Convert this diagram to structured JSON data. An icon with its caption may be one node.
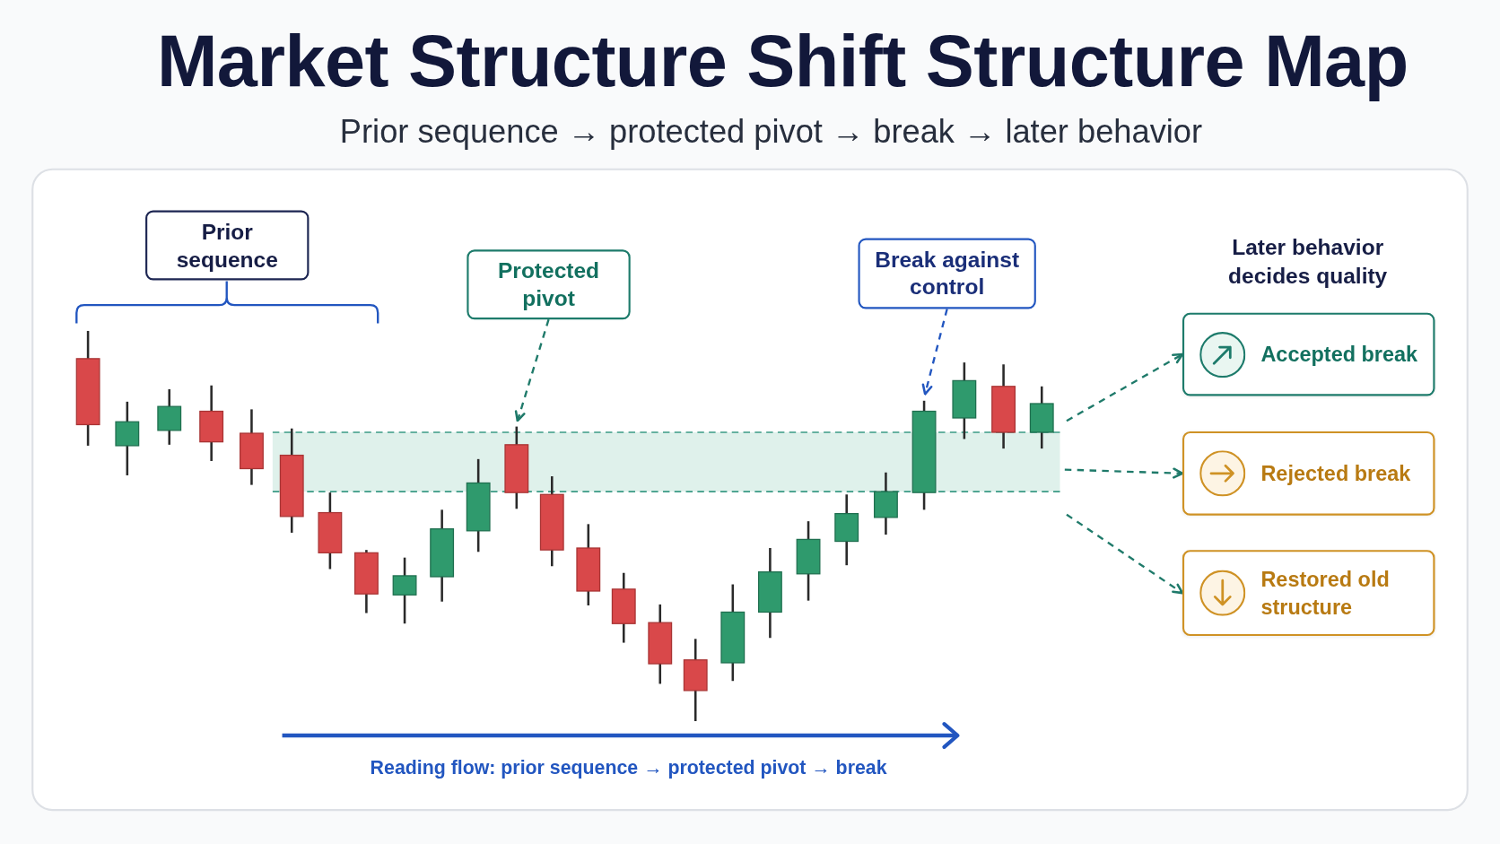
{
  "diagram": {
    "title": "Market Structure Shift Structure Map",
    "nodes": [
      {
        "text": [
          "Prior sequence"
        ]
      },
      {
        "text": [
          "Protected pivot"
        ]
      },
      {
        "text": [
          "Break against control"
        ]
      },
      {
        "text": [
          "Accepted break"
        ]
      },
      {
        "text": [
          "Rejected break"
        ]
      },
      {
        "text": [
          "Restored old structure"
        ]
      }
    ],
    "edges": [
      {
        "from": 1,
        "to": null,
        "arrow": "to",
        "style": "dashed"
      },
      {
        "from": 2,
        "to": null,
        "arrow": "to",
        "style": "dashed",
        "color": "#2256c0"
      },
      {
        "from": null,
        "to": 3,
        "arrow": "to",
        "style": "dashed"
      },
      {
        "from": null,
        "to": 4,
        "arrow": "to",
        "style": "dashed"
      },
      {
        "from": null,
        "to": 5,
        "arrow": "to",
        "style": "dashed"
      }
    ],
    "labels": [
      "Prior sequence → protected pivot → break → later behavior",
      "Later behavior decides quality",
      "Reading flow: prior sequence → protected pivot → break"
    ]
  }
}
